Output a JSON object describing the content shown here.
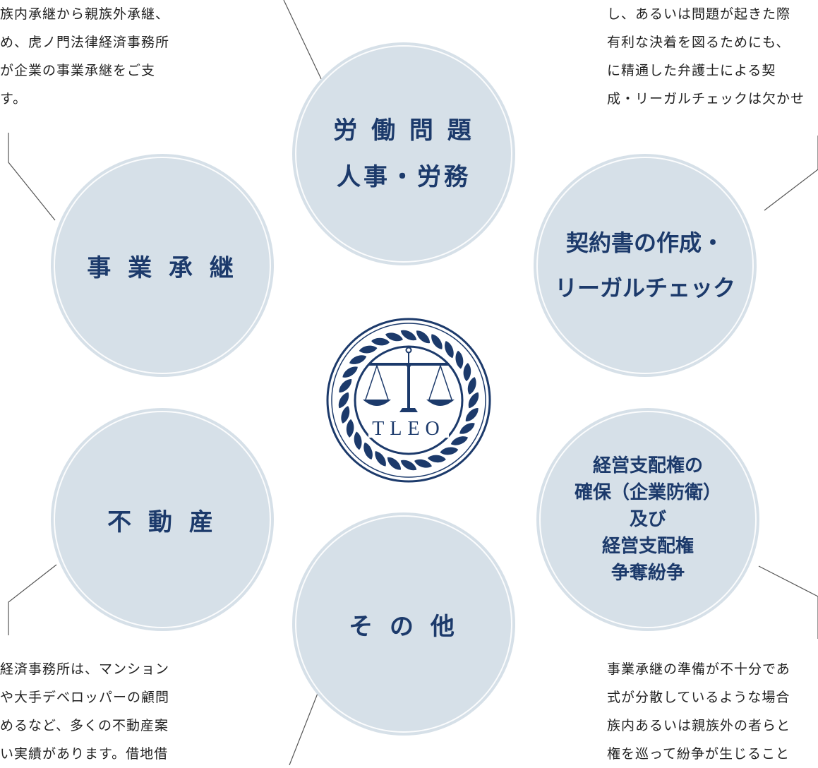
{
  "circles": {
    "roudou": [
      "労 働 問 題",
      "人事・労務"
    ],
    "jigyou": [
      "事 業 承 継"
    ],
    "keiyaku": [
      "契約書の作成・",
      "リーガルチェック"
    ],
    "fudousan": [
      "不 動 産"
    ],
    "keiei": [
      "経営支配権の",
      "確保（企業防衛）",
      "及び",
      "経営支配権",
      "争奪紛争"
    ],
    "sonota": [
      "そ の 他"
    ]
  },
  "paragraphs": {
    "top_left": [
      "族内承継から親族外承継、",
      "め、虎ノ門法律経済事務所",
      "が企業の事業承継をご支",
      "す。"
    ],
    "top_right": [
      "し、あるいは問題が起きた際",
      "有利な決着を図るためにも、",
      "に精通した弁護士による契",
      "成・リーガルチェックは欠かせ"
    ],
    "bottom_left": [
      "経済事務所は、マンション",
      "や大手デベロッパーの顧問",
      "めるなど、多くの不動産案",
      "い実績があります。借地借"
    ],
    "bottom_right": [
      "事業承継の準備が不十分であ",
      "式が分散しているような場合",
      "族内あるいは親族外の者らと",
      "権を巡って紛争が生じること"
    ]
  },
  "logo": {
    "text": "TLEO"
  },
  "colors": {
    "navy": "#1c3a6b",
    "circle": "#d6e0e8",
    "line": "#555555"
  }
}
